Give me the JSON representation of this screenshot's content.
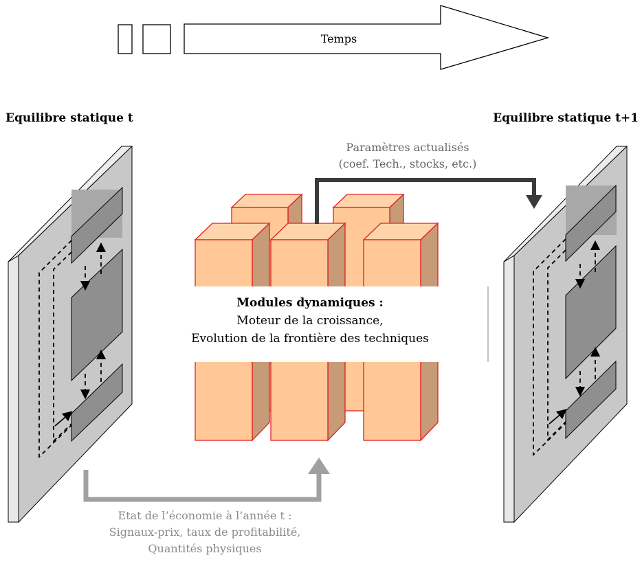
{
  "timeline": {
    "label": "Temps"
  },
  "left_panel": {
    "title": "Equilibre statique t"
  },
  "right_panel": {
    "title": "Equilibre statique t+1"
  },
  "modules": {
    "title": "Modules dynamiques :",
    "line1": "Moteur de la croissance,",
    "line2": "Evolution de la frontière des techniques"
  },
  "top_arrow": {
    "line1": "Paramètres actualisés",
    "line2": "(coef. Tech., stocks, etc.)"
  },
  "bottom_arrow": {
    "line1": "Etat de l’économie à l’année t :",
    "line2": "Signaux-prix, taux de profitabilité,",
    "line3": "Quantités physiques"
  },
  "colors": {
    "panel": "#c8c8c8",
    "panel_edge": "#e6e6e6",
    "block": "#9a9a9a",
    "cube_front": "#ffc896",
    "cube_side": "#c89b78",
    "cube_stroke": "#e02020",
    "dark_arrow": "#3a3a3a",
    "gray_arrow": "#a0a0a0"
  }
}
